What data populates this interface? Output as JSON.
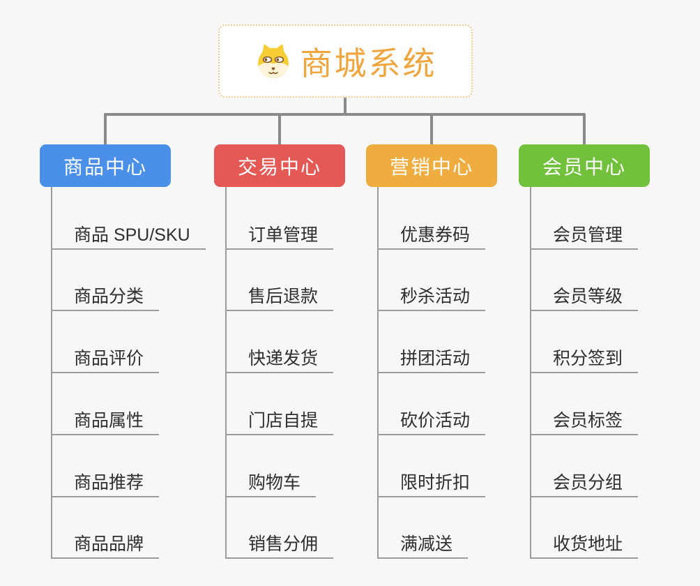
{
  "page": {
    "background_color": "#f7f7f7",
    "connector_color": "#8a8a8a",
    "line_color": "#9b9b9b"
  },
  "root": {
    "title": "商城系统",
    "icon": "dog-face-icon",
    "text_color": "#f0a63e",
    "border_color": "#f2c98a"
  },
  "branches": [
    {
      "label": "商品中心",
      "color": "#4a8fe8",
      "children": [
        "商品 SPU/SKU",
        "商品分类",
        "商品评价",
        "商品属性",
        "商品推荐",
        "商品品牌"
      ]
    },
    {
      "label": "交易中心",
      "color": "#e45855",
      "children": [
        "订单管理",
        "售后退款",
        "快递发货",
        "门店自提",
        "购物车",
        "销售分佣"
      ]
    },
    {
      "label": "营销中心",
      "color": "#eead3e",
      "children": [
        "优惠券码",
        "秒杀活动",
        "拼团活动",
        "砍价活动",
        "限时折扣",
        "满减送"
      ]
    },
    {
      "label": "会员中心",
      "color": "#71c13d",
      "children": [
        "会员管理",
        "会员等级",
        "积分签到",
        "会员标签",
        "会员分组",
        "收货地址"
      ]
    }
  ]
}
